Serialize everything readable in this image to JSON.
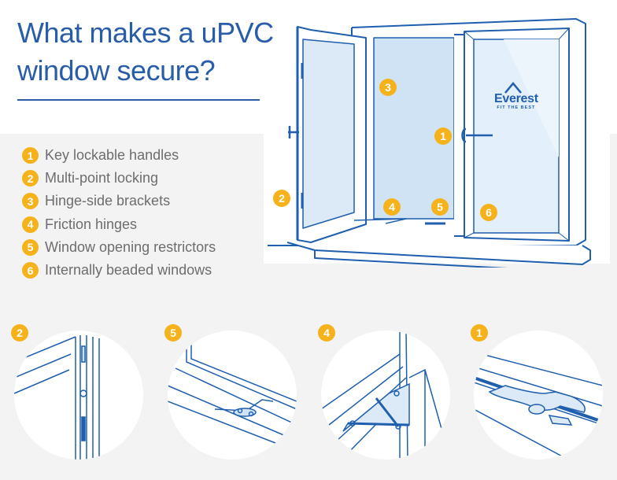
{
  "title": {
    "line1": "What makes a uPVC",
    "line2": "window secure?"
  },
  "features": [
    {
      "number": "1",
      "label": "Key lockable handles"
    },
    {
      "number": "2",
      "label": "Multi-point locking"
    },
    {
      "number": "3",
      "label": "Hinge-side brackets"
    },
    {
      "number": "4",
      "label": "Friction hinges"
    },
    {
      "number": "5",
      "label": "Window opening restrictors"
    },
    {
      "number": "6",
      "label": "Internally beaded windows"
    }
  ],
  "window_callouts": [
    "3",
    "1",
    "2",
    "4",
    "5",
    "6"
  ],
  "logo": {
    "name": "Everest",
    "tagline": "FIT THE BEST"
  },
  "details": [
    {
      "number": "2",
      "depicts": "multi-point-locking"
    },
    {
      "number": "5",
      "depicts": "window-opening-restrictor"
    },
    {
      "number": "4",
      "depicts": "friction-hinge"
    },
    {
      "number": "1",
      "depicts": "key-lockable-handle"
    }
  ],
  "colors": {
    "title_blue": "#2a5da8",
    "badge_yellow": "#f5b21b",
    "line_blue": "#1f5fae",
    "glass_blue": "#cfe3f5",
    "text_gray": "#6d6d6d",
    "background_gray": "#f3f3f3"
  }
}
